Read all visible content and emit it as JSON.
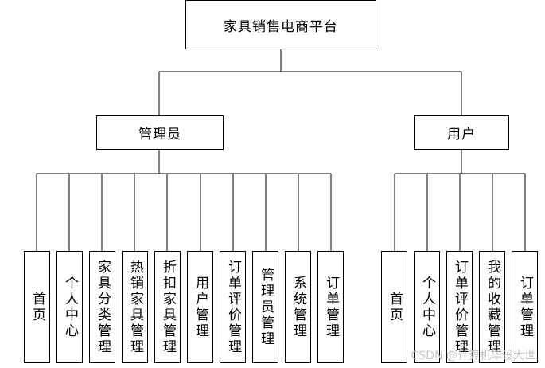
{
  "root": {
    "label": "家具销售电商平台"
  },
  "groups": [
    {
      "id": "admin",
      "label": "管理员",
      "children": [
        "首页",
        "个人中心",
        "家具分类管理",
        "热销家具管理",
        "折扣家具管理",
        "用户管理",
        "订单评价管理",
        "管理员管理",
        "系统管理",
        "订单管理"
      ]
    },
    {
      "id": "user",
      "label": "用户",
      "children": [
        "首页",
        "个人中心",
        "订单评价管理",
        "我的收藏管理",
        "订单管理"
      ]
    }
  ],
  "watermark": "CSDN @计算机毕设大世",
  "colors": {
    "line": "#000000",
    "box_border": "#000000",
    "background": "#ffffff",
    "watermark": "#c8c8c8"
  }
}
